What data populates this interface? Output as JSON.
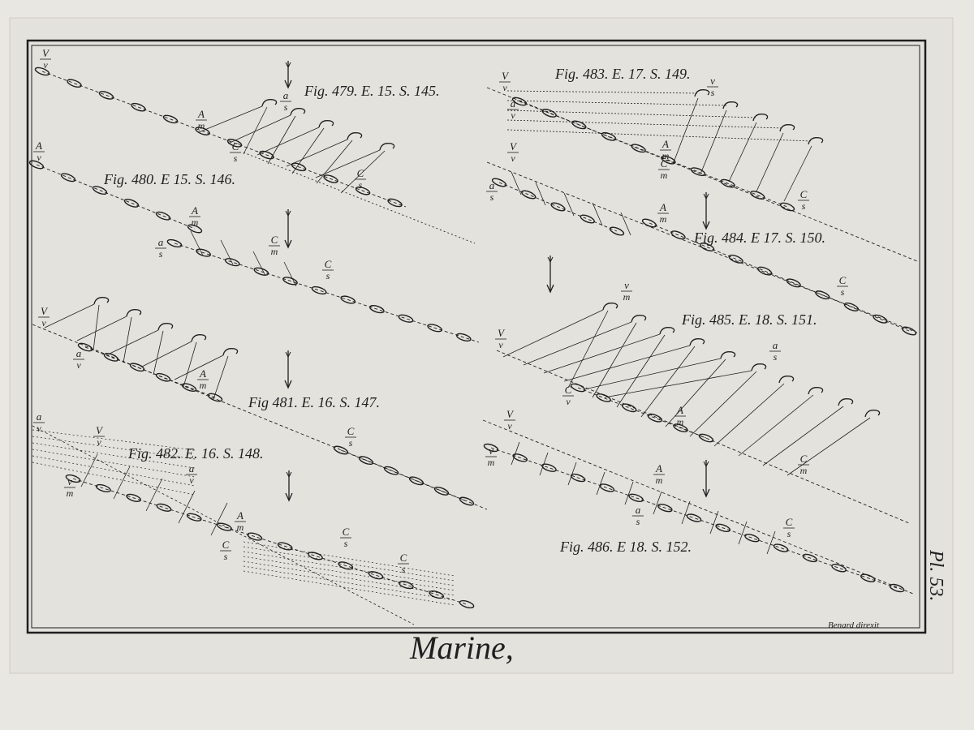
{
  "plate": {
    "title": "Marine,",
    "plate_number": "Pl. 53.",
    "engraver_credit": "Benard direxit"
  },
  "figures": [
    {
      "id": "479",
      "caption": "Fig. 479. E. 15. S. 145.",
      "letters": [
        {
          "text": "V",
          "sub": "v"
        },
        {
          "text": "A",
          "sub": "m"
        },
        {
          "text": "a",
          "sub": "s"
        },
        {
          "text": "C",
          "sub": "s"
        },
        {
          "text": "C",
          "sub": "s"
        }
      ]
    },
    {
      "id": "480",
      "caption": "Fig. 480. E 15. S. 146.",
      "letters": [
        {
          "text": "A",
          "sub": "v"
        },
        {
          "text": "A",
          "sub": "m"
        },
        {
          "text": "a",
          "sub": "s"
        },
        {
          "text": "C",
          "sub": "m"
        },
        {
          "text": "C",
          "sub": "s"
        }
      ]
    },
    {
      "id": "481",
      "caption": "Fig 481. E. 16. S. 147.",
      "letters": [
        {
          "text": "V",
          "sub": "v"
        },
        {
          "text": "a",
          "sub": "v"
        },
        {
          "text": "A",
          "sub": "m"
        },
        {
          "text": "C",
          "sub": "s"
        }
      ]
    },
    {
      "id": "482",
      "caption": "Fig. 482. E. 16. S. 148.",
      "letters": [
        {
          "text": "a",
          "sub": "v"
        },
        {
          "text": "V",
          "sub": "v"
        },
        {
          "text": "v",
          "sub": "m"
        },
        {
          "text": "a",
          "sub": "v"
        },
        {
          "text": "A",
          "sub": "m"
        },
        {
          "text": "C",
          "sub": "s"
        },
        {
          "text": "C",
          "sub": "s"
        },
        {
          "text": "C",
          "sub": "s"
        }
      ]
    },
    {
      "id": "483",
      "caption": "Fig. 483. E. 17. S. 149.",
      "letters": [
        {
          "text": "V",
          "sub": "v"
        },
        {
          "text": "a",
          "sub": "v"
        },
        {
          "text": "v",
          "sub": "s"
        },
        {
          "text": "A",
          "sub": "m"
        },
        {
          "text": "C",
          "sub": "m"
        },
        {
          "text": "C",
          "sub": "s"
        }
      ]
    },
    {
      "id": "484",
      "caption": "Fig. 484. E 17. S. 150.",
      "letters": [
        {
          "text": "V",
          "sub": "v"
        },
        {
          "text": "a",
          "sub": "s"
        },
        {
          "text": "A",
          "sub": "m"
        },
        {
          "text": "C",
          "sub": "s"
        }
      ]
    },
    {
      "id": "485",
      "caption": "Fig. 485. E. 18. S. 151.",
      "letters": [
        {
          "text": "V",
          "sub": "v"
        },
        {
          "text": "v",
          "sub": "m"
        },
        {
          "text": "a",
          "sub": "s"
        },
        {
          "text": "C",
          "sub": "v"
        },
        {
          "text": "A",
          "sub": "m"
        },
        {
          "text": "C",
          "sub": "m"
        }
      ]
    },
    {
      "id": "486",
      "caption": "Fig. 486. E 18. S. 152.",
      "letters": [
        {
          "text": "V",
          "sub": "v"
        },
        {
          "text": "v",
          "sub": "m"
        },
        {
          "text": "A",
          "sub": "m"
        },
        {
          "text": "a",
          "sub": "s"
        },
        {
          "text": "C",
          "sub": "s"
        }
      ]
    }
  ],
  "colors": {
    "ink": "#1f1f1f",
    "paper": "#e9e7e2",
    "plate_tone": "#e4e2dd"
  }
}
